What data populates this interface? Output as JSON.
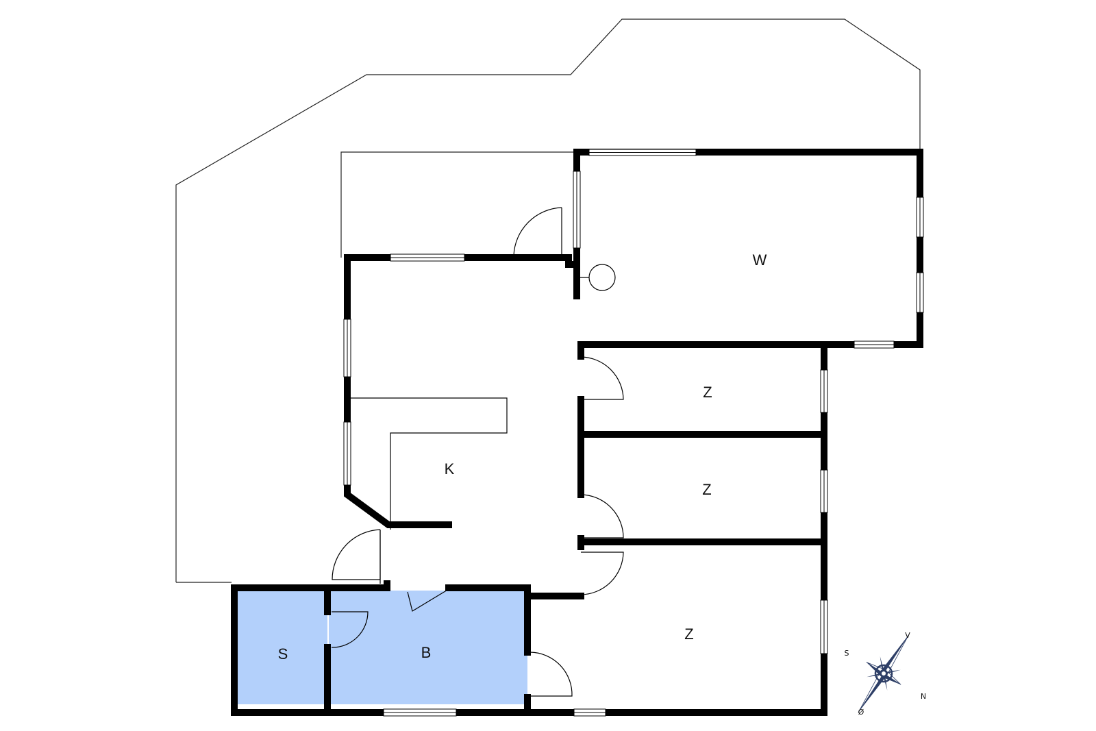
{
  "colors": {
    "wet_room_fill": "#b3d0fb",
    "wall": "#000000",
    "compass": "#2d3e66"
  },
  "rooms": {
    "w": "W",
    "k": "K",
    "z1": "Z",
    "z2": "Z",
    "z3": "Z",
    "b": "B",
    "s": "S"
  },
  "compass": {
    "north": "N",
    "south": "S",
    "east": "Ø",
    "west": "V"
  }
}
